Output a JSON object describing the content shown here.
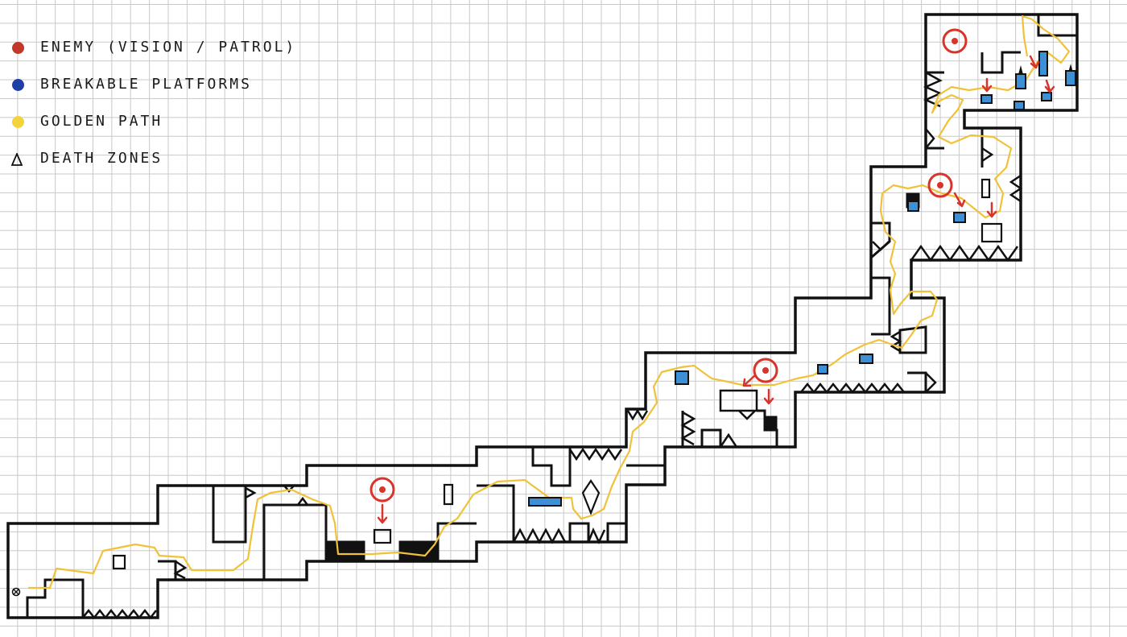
{
  "legend": {
    "enemy": {
      "label": "ENEMY  (VISION / PATROL)",
      "color": "#c0392b"
    },
    "breakable": {
      "label": "BREAKABLE  PLATFORMS",
      "color": "#1f3fa8"
    },
    "golden": {
      "label": "GOLDEN   PATH",
      "color": "#f2d43a"
    },
    "death": {
      "label": "DEATH  ZONES"
    }
  },
  "colors": {
    "wall": "#111111",
    "path": "#f0c23a",
    "enemy": "#d9342b",
    "platform": "#3d8fd6"
  }
}
